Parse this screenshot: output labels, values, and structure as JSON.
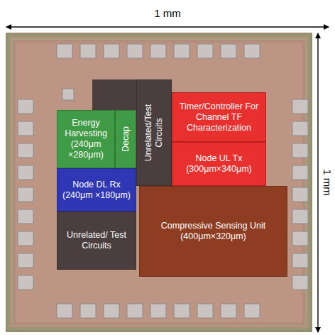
{
  "diagram": {
    "nodes": [
      {
        "text": [
          "Energy Harvesting (240μm ×280μm)"
        ]
      },
      {
        "text": [
          "Decap"
        ]
      },
      {
        "text": [
          "Unrelated/Test Circuits"
        ]
      },
      {
        "text": [
          "Timer/Controller For Channel TF Characterization"
        ]
      },
      {
        "text": [
          "Node UL Tx (300μm×340μm)"
        ]
      },
      {
        "text": [
          "Node DL Rx (240μm ×180μm)"
        ]
      },
      {
        "text": [
          "Unrelated/ Test Circuits"
        ]
      },
      {
        "text": [
          "Compressive Sensing Unit (400μm×320μm)"
        ]
      }
    ],
    "labels": [
      "1 mm",
      "1 mm"
    ]
  }
}
